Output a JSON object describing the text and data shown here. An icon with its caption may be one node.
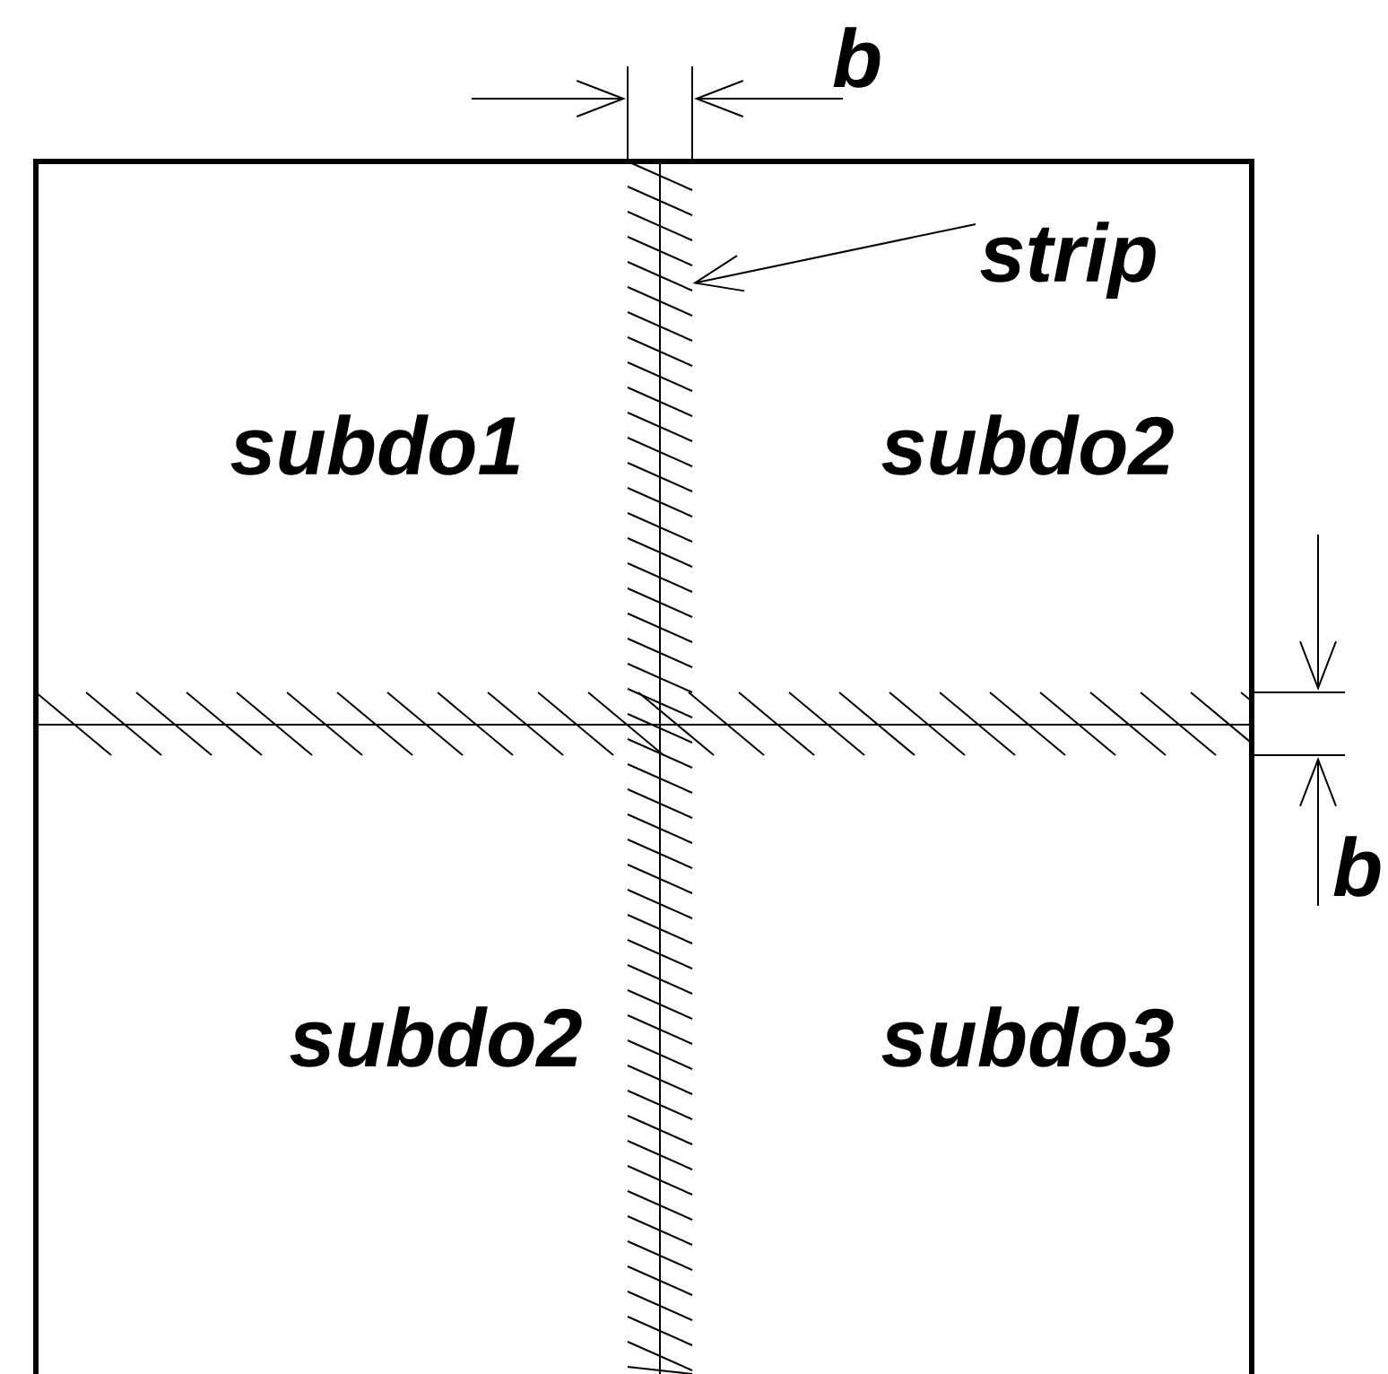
{
  "diagram": {
    "nodes": [
      {
        "text": [
          "strip"
        ]
      },
      {
        "text": [],
        "shape": "bar"
      }
    ],
    "edges": [
      {
        "from": 0,
        "to": 1,
        "arrow": "to"
      }
    ],
    "labels": [
      "b",
      "subdo1",
      "subdo2",
      "b",
      "subdo2",
      "subdo3"
    ]
  }
}
